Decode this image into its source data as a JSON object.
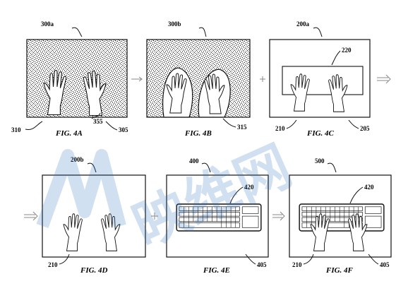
{
  "figures": [
    {
      "id": "4A",
      "caption": "FIG. 4A",
      "ref": "300a",
      "labels": [
        "310",
        "355",
        "305"
      ]
    },
    {
      "id": "4B",
      "caption": "FIG. 4B",
      "ref": "300b",
      "labels": [
        "315"
      ]
    },
    {
      "id": "4C",
      "caption": "FIG. 4C",
      "ref": "200a",
      "labels": [
        "220",
        "210",
        "205"
      ]
    },
    {
      "id": "4D",
      "caption": "FIG. 4D",
      "ref": "200b",
      "labels": [
        "210"
      ]
    },
    {
      "id": "4E",
      "caption": "FIG. 4E",
      "ref": "400",
      "labels": [
        "420",
        "405"
      ]
    },
    {
      "id": "4F",
      "caption": "FIG. 4F",
      "ref": "500",
      "labels": [
        "420",
        "210",
        "405"
      ]
    }
  ],
  "watermark": {
    "text": "映维网",
    "color": "#2f74c0"
  },
  "colors": {
    "ink": "#111111",
    "arrow": "#888888",
    "watermark": "#2f74c0"
  }
}
